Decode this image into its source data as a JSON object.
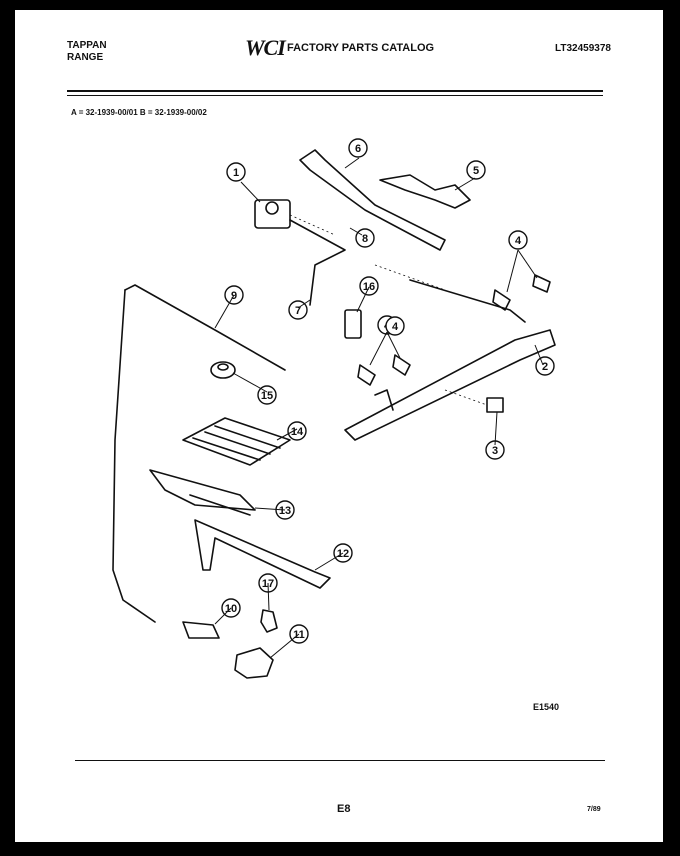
{
  "header": {
    "brand_line1": "TAPPAN",
    "brand_line2": "RANGE",
    "logo_text": "WCI",
    "catalog_title": "FACTORY PARTS CATALOG",
    "model_number": "LT32459378"
  },
  "variants": {
    "text": "A = 32-1939-00/01    B = 32-1939-00/02"
  },
  "diagram": {
    "callouts": [
      "1",
      "2",
      "3",
      "4",
      "5",
      "6",
      "7",
      "8",
      "9",
      "10",
      "11",
      "12",
      "13",
      "14",
      "15",
      "16",
      "17"
    ],
    "diagram_code": "E1540"
  },
  "footer": {
    "page_code": "E8",
    "date": "7/89"
  }
}
